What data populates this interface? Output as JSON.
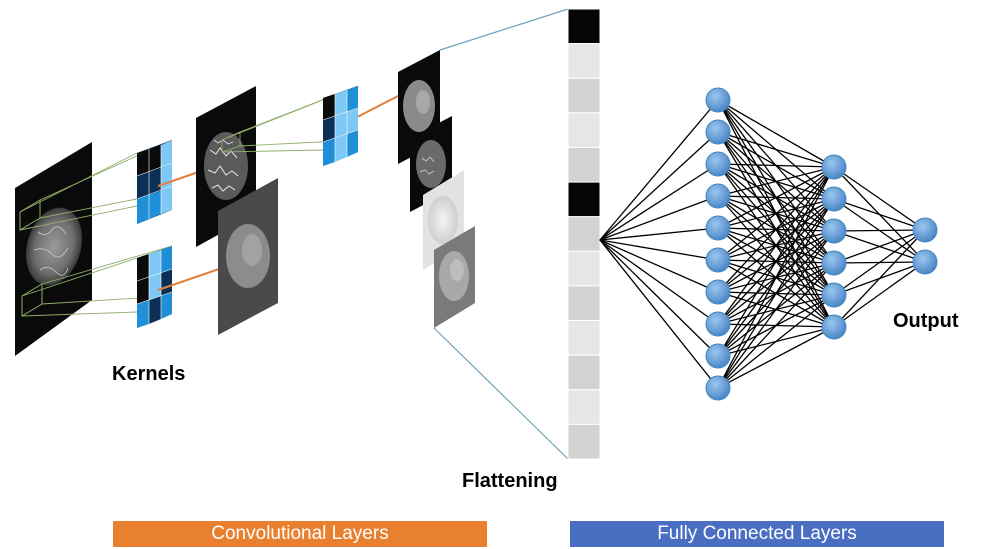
{
  "labels": {
    "kernels": "Kernels",
    "flattening": "Flattening",
    "output": "Output"
  },
  "sections": {
    "convolutional": "Convolutional Layers",
    "fully_connected": "Fully Connected Layers"
  },
  "colors": {
    "conv_bar": "#e8802f",
    "fc_bar": "#4a6fc2",
    "node_fill": "#5b9bd5",
    "node_stroke": "#4a86c0",
    "kernel_light": "#7ec8f5",
    "kernel_blue": "#1f8fd8",
    "connector_orange": "#e08040",
    "connector_green": "#8fae6a",
    "flatten_line": "#6fa0b8",
    "edge": "#000000"
  },
  "network": {
    "input_cells": 13,
    "dark_cells": [
      0,
      5
    ],
    "layers": [
      10,
      6,
      2
    ]
  }
}
